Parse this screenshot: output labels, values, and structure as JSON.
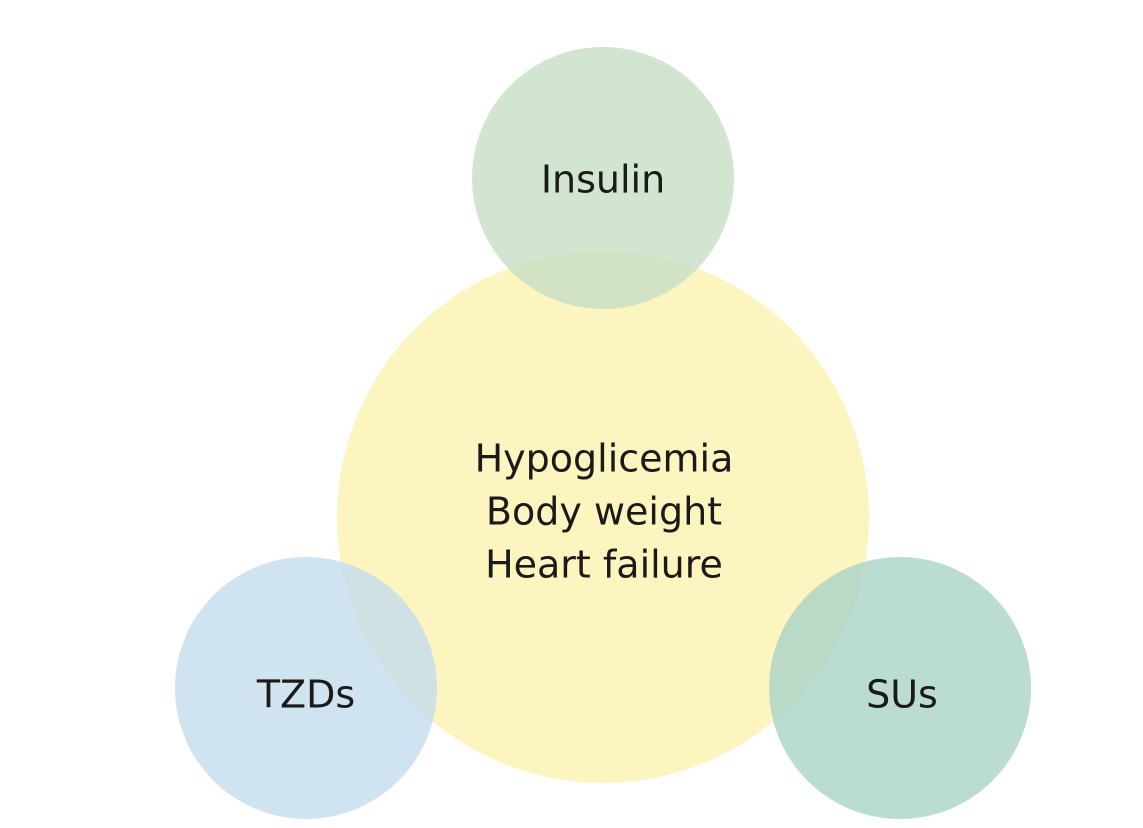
{
  "colors": {
    "center": "#fdf3b5",
    "insulin": "#c7dfc5",
    "tzds": "#c4dcec",
    "sus": "#a9d3c6",
    "text": "#1a1a1a"
  },
  "center": {
    "lines": [
      "Hypoglicemia",
      "Body weight",
      "Heart failure"
    ]
  },
  "satellites": {
    "insulin": {
      "label": "Insulin"
    },
    "tzds": {
      "label": "TZDs"
    },
    "sus": {
      "label": "SUs"
    }
  }
}
